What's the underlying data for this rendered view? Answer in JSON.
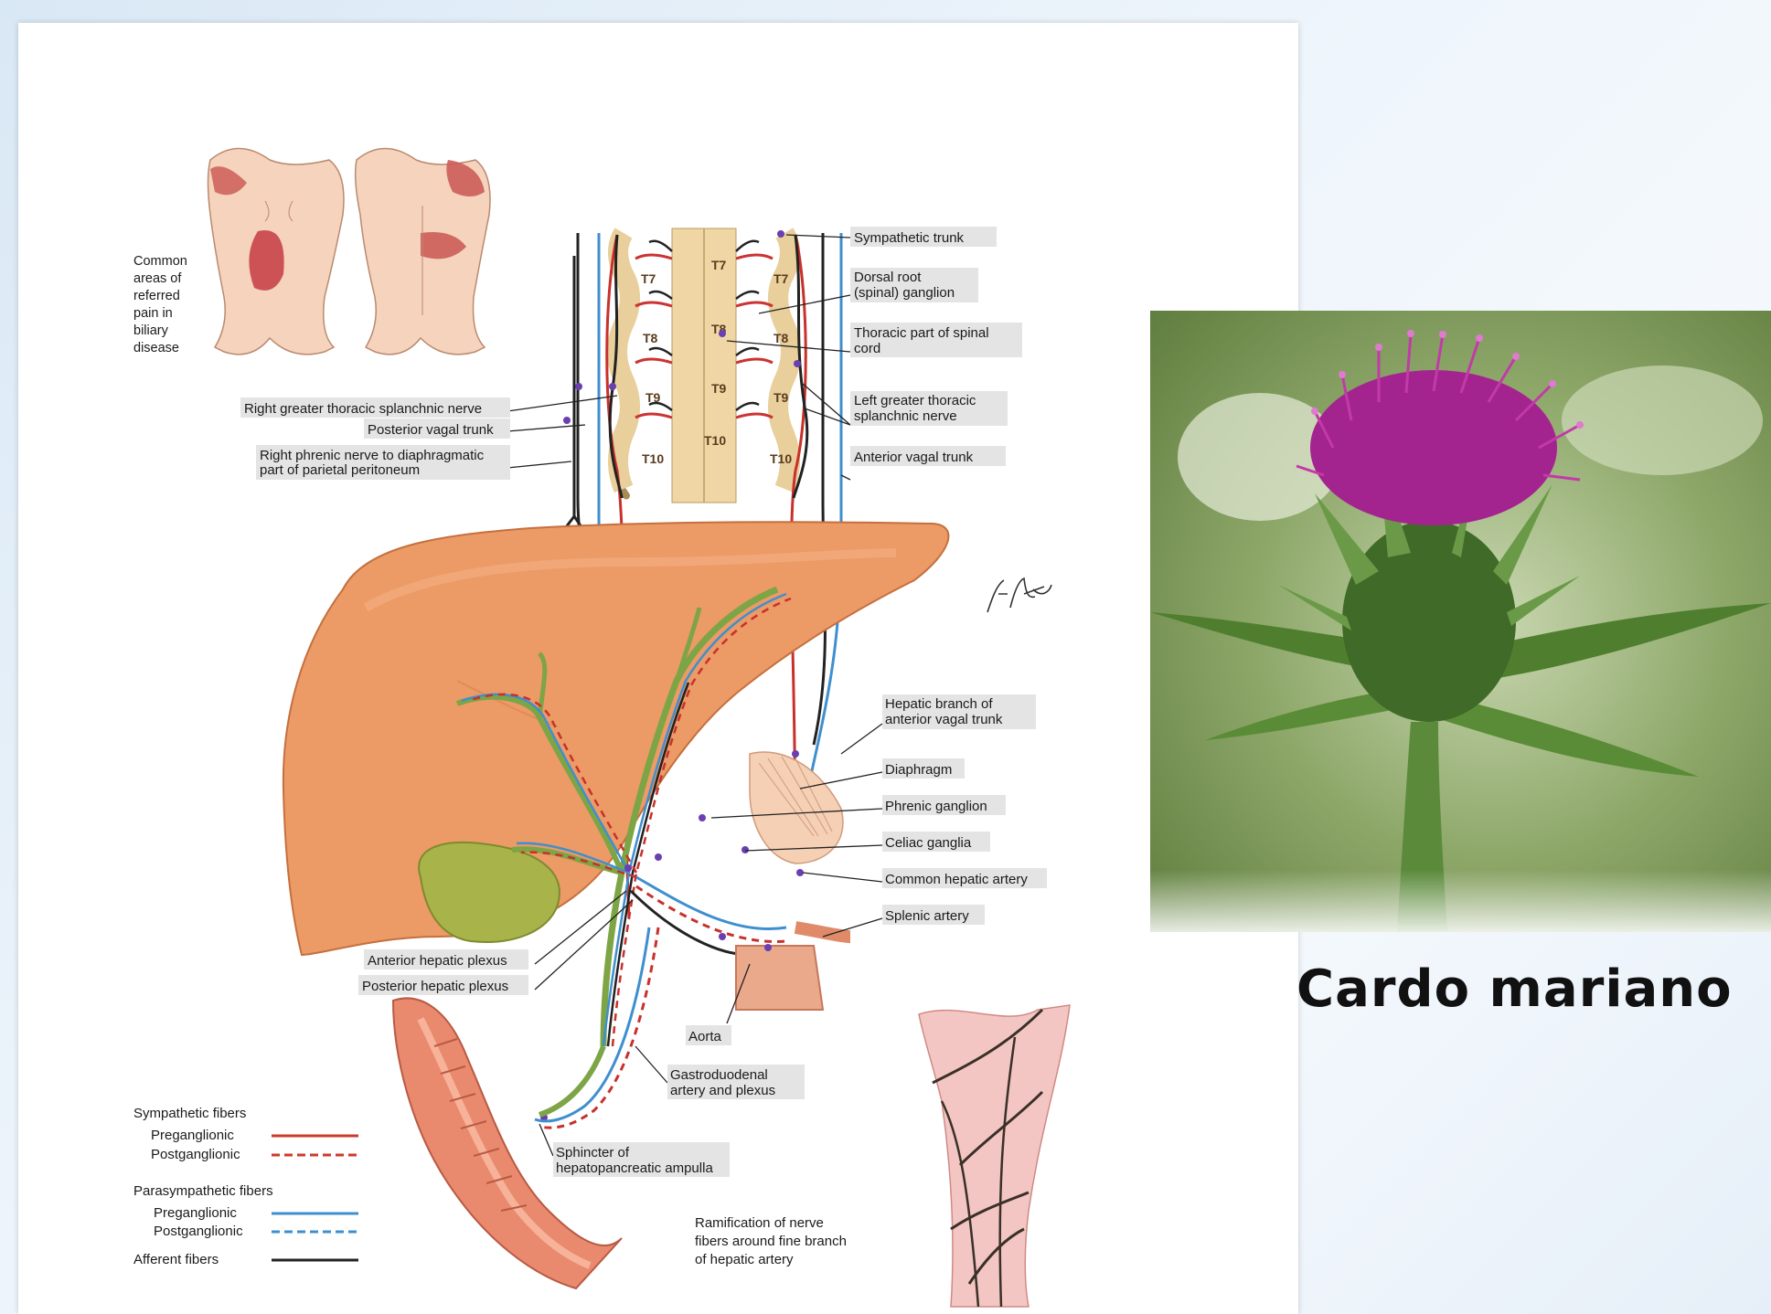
{
  "referred_pain": {
    "line1": "Common",
    "line2": "areas of",
    "line3": "referred",
    "line4": "pain in",
    "line5": "biliary",
    "line6": "disease"
  },
  "vertebrae": [
    "T7",
    "T8",
    "T9",
    "T10"
  ],
  "labels_right": {
    "sympathetic_trunk": "Sympathetic trunk",
    "dorsal_root_1": "Dorsal root",
    "dorsal_root_2": "(spinal) ganglion",
    "thoracic_cord_1": "Thoracic part of spinal",
    "thoracic_cord_2": "cord",
    "left_splanchnic_1": "Left greater thoracic",
    "left_splanchnic_2": "splanchnic nerve",
    "anterior_vagal": "Anterior vagal trunk",
    "hepatic_branch_1": "Hepatic branch of",
    "hepatic_branch_2": "anterior vagal trunk",
    "diaphragm": "Diaphragm",
    "phrenic_ganglion": "Phrenic ganglion",
    "celiac_ganglia": "Celiac ganglia",
    "common_hepatic": "Common hepatic artery",
    "splenic": "Splenic artery"
  },
  "labels_left": {
    "right_splanchnic": "Right greater thoracic splanchnic nerve",
    "posterior_vagal": "Posterior vagal trunk",
    "right_phrenic_1": "Right phrenic nerve to diaphragmatic",
    "right_phrenic_2": "part of parietal peritoneum",
    "anterior_hepatic": "Anterior hepatic plexus",
    "posterior_hepatic": "Posterior hepatic plexus"
  },
  "labels_bottom": {
    "aorta": "Aorta",
    "gastro_1": "Gastroduodenal",
    "gastro_2": "artery and plexus",
    "sphincter_1": "Sphincter of",
    "sphincter_2": "hepatopancreatic ampulla",
    "ramification_1": "Ramification of nerve",
    "ramification_2": "fibers around fine branch",
    "ramification_3": "of hepatic artery"
  },
  "legend": {
    "sympathetic_title": "Sympathetic fibers",
    "parasympathetic_title": "Parasympathetic fibers",
    "preganglionic": "Preganglionic",
    "postganglionic": "Postganglionic",
    "afferent": "Afferent fibers",
    "colors": {
      "sympathetic": "#cc3a2e",
      "parasympathetic": "#3f8fcf",
      "afferent": "#222222"
    }
  },
  "signature": "F. Netter",
  "caption": "Cardo mariano"
}
